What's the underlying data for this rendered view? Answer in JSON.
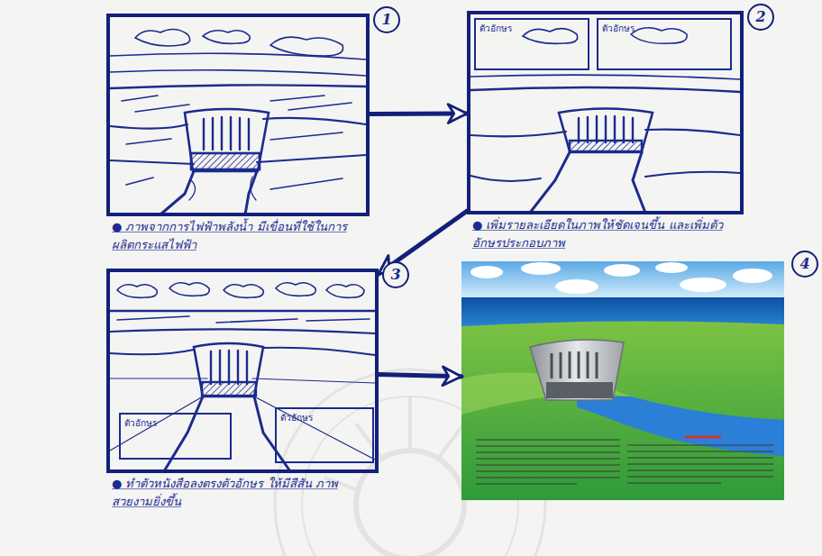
{
  "diagram": {
    "nodes": [
      {
        "text": [
          "1",
          "● ภาพจากการไฟฟ้าพลังน้ำ มีเขื่อนที่ใช้ในการผลิตกระแสไฟฟ้า"
        ]
      },
      {
        "text": [
          "2",
          "● เพิ่มรายละเอียดในภาพให้ชัดเจนขึ้น และเพิ่มตัวอักษรประกอบภาพ"
        ]
      },
      {
        "text": [
          "ตัวอักษร"
        ],
        "in": 1
      },
      {
        "text": [
          "ตัวอักษร"
        ],
        "in": 1
      },
      {
        "text": [
          "3",
          "● ทำตัวหนังสือลงตรงตัวอักษร ให้มีสีสัน ภาพสวยงามยิ่งขึ้น"
        ]
      },
      {
        "text": [
          "ตัวอักษร"
        ],
        "in": 4
      },
      {
        "text": [
          "ตัวอักษร"
        ],
        "in": 4
      },
      {
        "text": [
          "4"
        ]
      }
    ],
    "edges": [
      {
        "from": 0,
        "to": 1,
        "arrow": "to"
      },
      {
        "from": 1,
        "to": 4,
        "arrow": "to"
      },
      {
        "from": 4,
        "to": 7,
        "arrow": "to"
      }
    ]
  }
}
